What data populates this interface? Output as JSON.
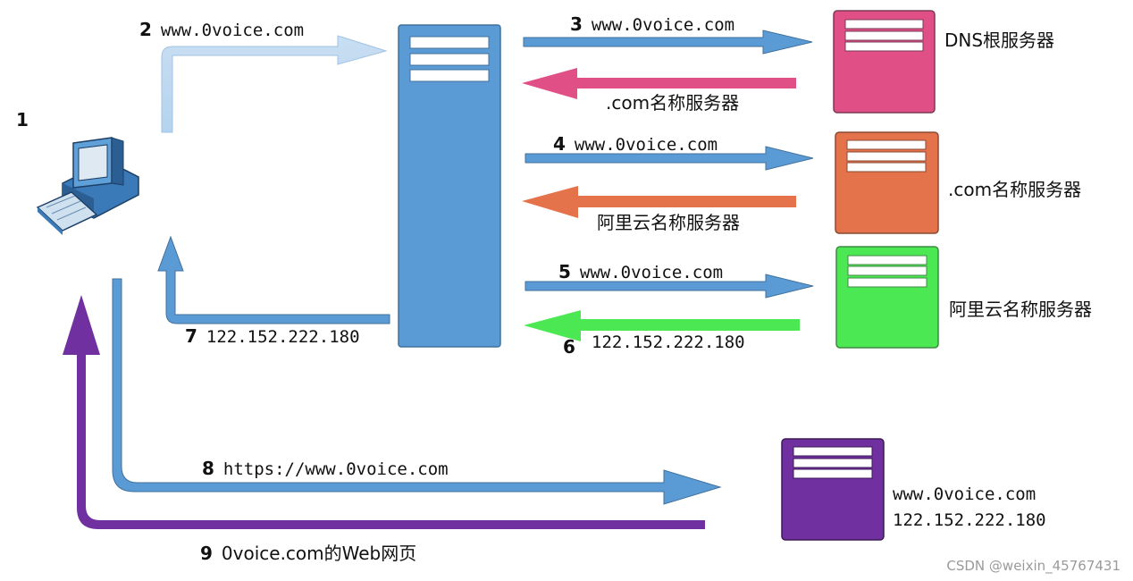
{
  "client": {
    "step": "1"
  },
  "arrows": {
    "step2": {
      "num": "2",
      "label": "www.0voice.com"
    },
    "step3": {
      "num": "3",
      "label": "www.0voice.com"
    },
    "reply3": {
      "label": ".com名称服务器"
    },
    "step4": {
      "num": "4",
      "label": "www.0voice.com"
    },
    "reply4": {
      "label": "阿里云名称服务器"
    },
    "step5": {
      "num": "5",
      "label": "www.0voice.com"
    },
    "step6": {
      "num": "6",
      "label": "122.152.222.180"
    },
    "step7": {
      "num": "7",
      "label": "122.152.222.180"
    },
    "step8": {
      "num": "8",
      "label": "https://www.0voice.com"
    },
    "step9": {
      "num": "9",
      "label": "0voice.com的Web网页"
    }
  },
  "servers": {
    "root": {
      "label": "DNS根服务器",
      "color": "#e04f86"
    },
    "com": {
      "label": ".com名称服务器",
      "color": "#e4724a"
    },
    "aliyun": {
      "label": "阿里云名称服务器",
      "color": "#4ce854"
    },
    "local": {
      "color": "#5b9bd5"
    },
    "web": {
      "domain": "www.0voice.com",
      "ip": "122.152.222.180",
      "color": "#7030a0"
    }
  },
  "watermark": "CSDN @weixin_45767431"
}
